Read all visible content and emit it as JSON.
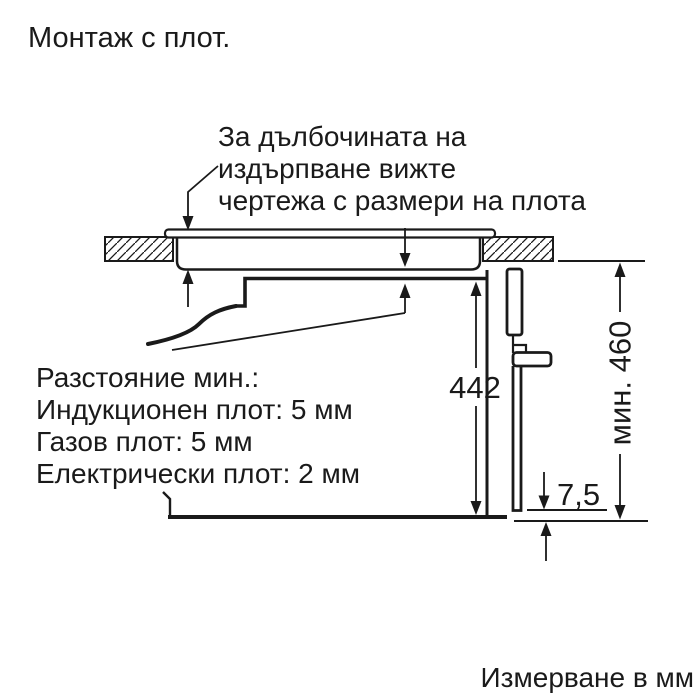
{
  "title": "Монтаж с плот.",
  "footer": "Измерване в мм",
  "pullout_note": {
    "lines": [
      "За дълбочината на",
      "издърпване вижте",
      "чертежа с размери на плота"
    ]
  },
  "clearance_note": {
    "lines": [
      "Разстояние мин.:",
      "Индукционен плот: 5 мм",
      "Газов плот: 5 мм",
      "Електрически плот: 2 мм"
    ]
  },
  "dimensions": {
    "oven_height": "442",
    "niche_min_height": "мин. 460",
    "bottom_gap": "7,5"
  },
  "colors": {
    "line": "#1a1a1a",
    "background": "#ffffff"
  }
}
